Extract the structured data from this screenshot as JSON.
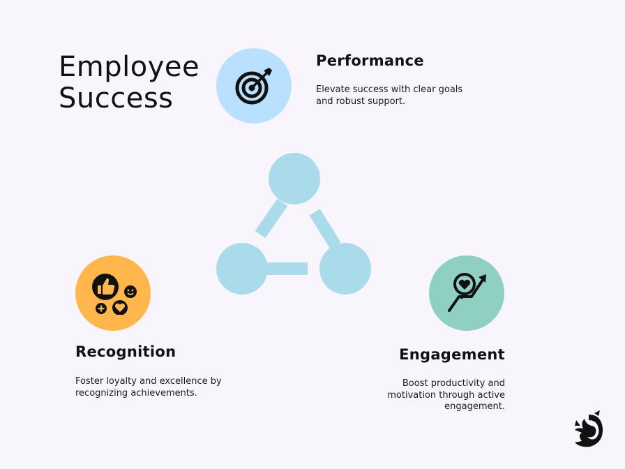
{
  "title": {
    "line1": "Employee",
    "line2": "Success"
  },
  "colors": {
    "background": "#f8f6fc",
    "performance_circle": "#b9e0ff",
    "recognition_circle": "#ffb74d",
    "engagement_circle": "#8fcfc4",
    "network": "#a9dbea"
  },
  "items": [
    {
      "id": "performance",
      "heading": "Performance",
      "description": "Elevate success with clear goals and robust support.",
      "icon": "target-icon"
    },
    {
      "id": "recognition",
      "heading": "Recognition",
      "description": "Foster loyalty and excellence by recognizing achievements.",
      "icon": "reactions-icon"
    },
    {
      "id": "engagement",
      "heading": "Engagement",
      "description": "Boost productivity and motivation through active engagement.",
      "icon": "heart-growth-icon"
    }
  ],
  "logo": "brand-logo-icon"
}
